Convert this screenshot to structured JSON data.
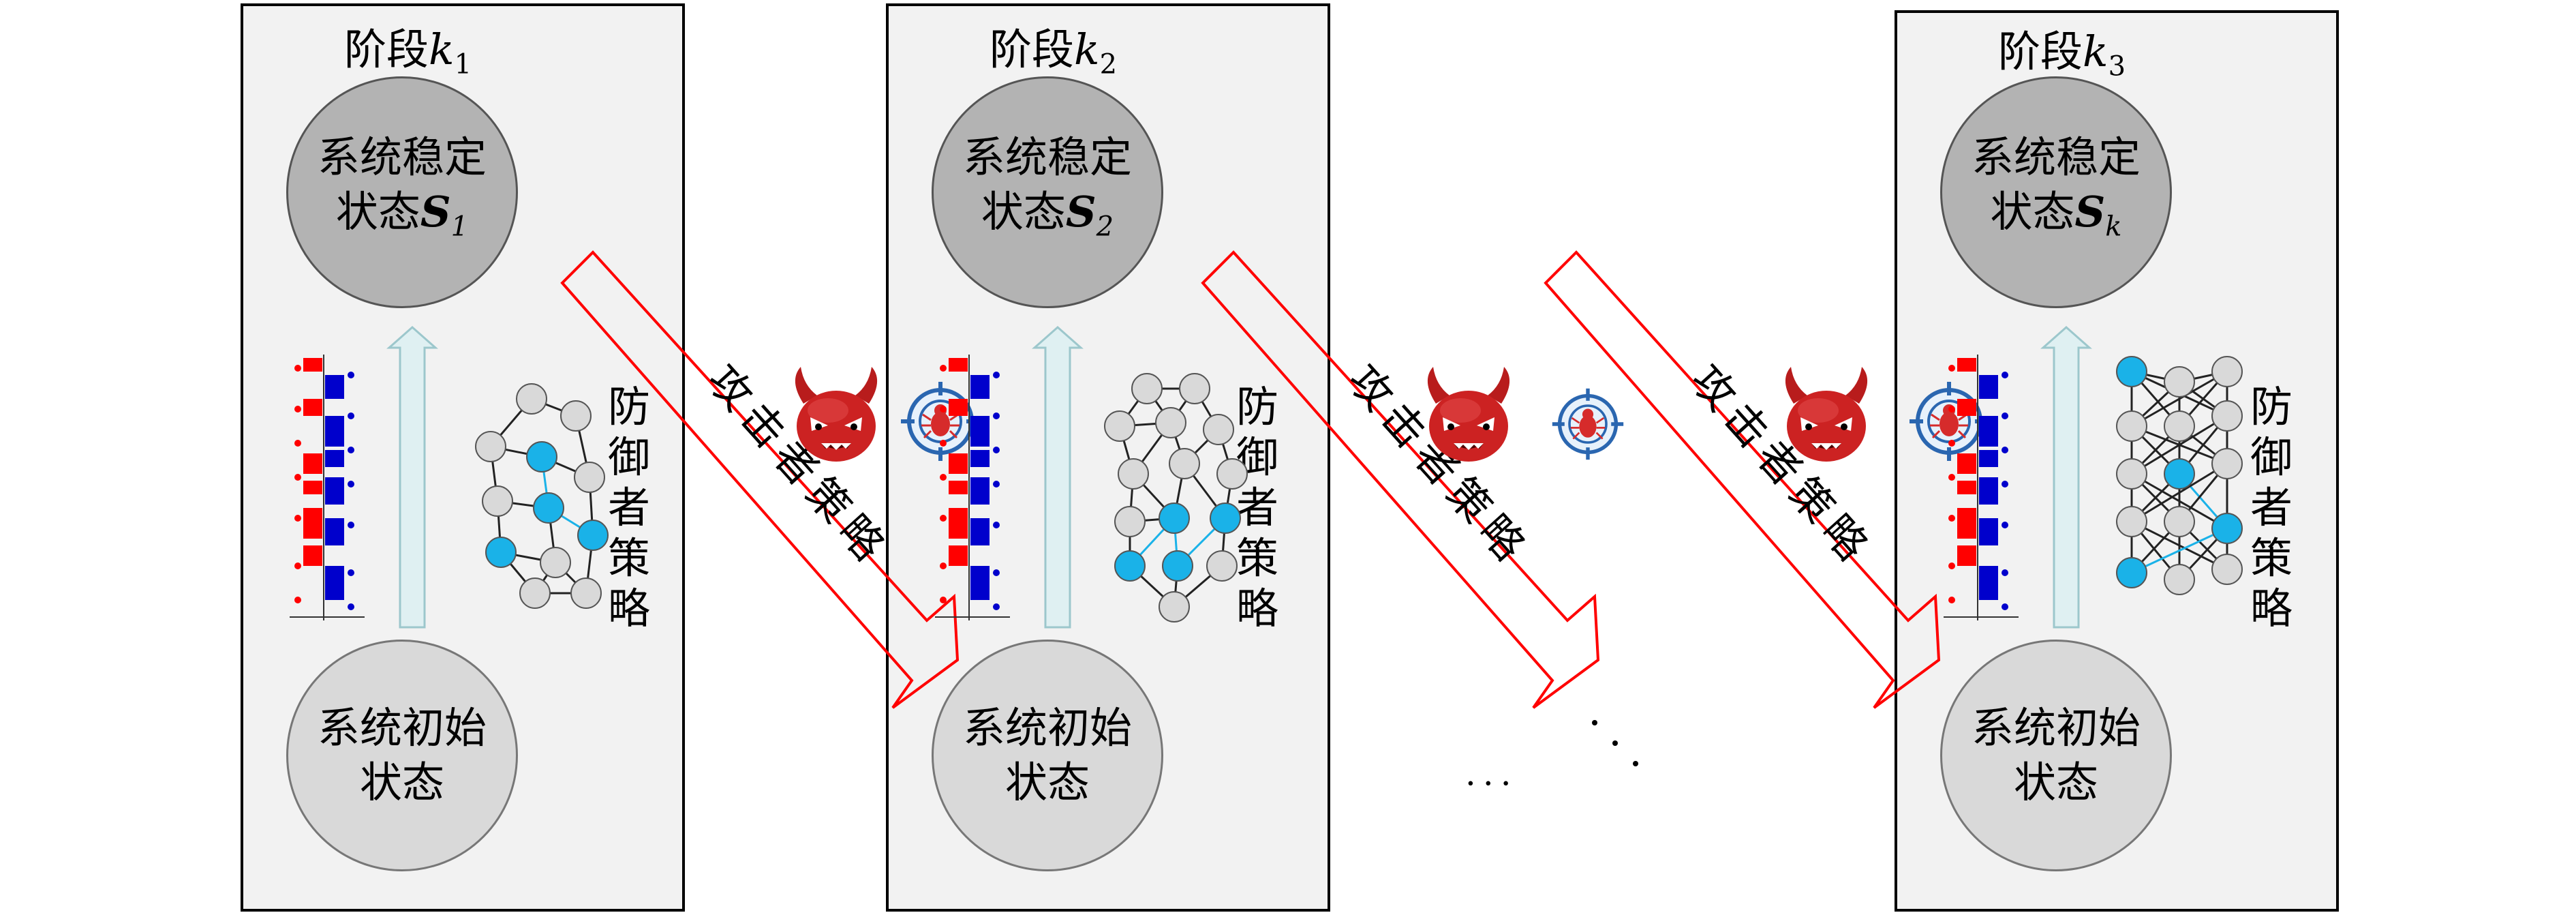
{
  "stages": [
    {
      "label_prefix": "阶段",
      "label_var": "k",
      "label_sub": "1",
      "top_line1": "系统稳定",
      "top_line2": "状态",
      "top_sym": "S",
      "top_sub": "1",
      "bottom_line1": "系统初始",
      "bottom_line2": "状态",
      "defender": [
        "防",
        "御",
        "者",
        "策",
        "略"
      ]
    },
    {
      "label_prefix": "阶段",
      "label_var": "k",
      "label_sub": "2",
      "top_line1": "系统稳定",
      "top_line2": "状态",
      "top_sym": "S",
      "top_sub": "2",
      "bottom_line1": "系统初始",
      "bottom_line2": "状态",
      "defender": [
        "防",
        "御",
        "者",
        "策",
        "略"
      ]
    },
    {
      "label_prefix": "阶段",
      "label_var": "k",
      "label_sub": "3",
      "top_line1": "系统稳定",
      "top_line2": "状态",
      "top_sym": "S",
      "top_sub": "k",
      "bottom_line1": "系统初始",
      "bottom_line2": "状态",
      "defender": [
        "防",
        "御",
        "者",
        "策",
        "略"
      ]
    }
  ],
  "attacker_label": [
    "攻",
    "击",
    "者",
    "策",
    "略"
  ],
  "ellipsis": "···",
  "colors": {
    "panel": "#f2f2f2",
    "circle_dark": "#b3b3b3",
    "circle_light": "#d9d9d9",
    "arrow_red": "#ff0000",
    "node_blue": "#1ab2e8",
    "node_gray": "#d9d9d9",
    "bar_red": "#ff0000",
    "bar_blue": "#0000cc",
    "up_arrow": "#dff0f2",
    "devil": "#cc2222"
  },
  "icons": [
    "devil-icon",
    "target-bug-icon",
    "timeline-chart-icon",
    "network-graph-icon",
    "up-arrow-icon"
  ]
}
